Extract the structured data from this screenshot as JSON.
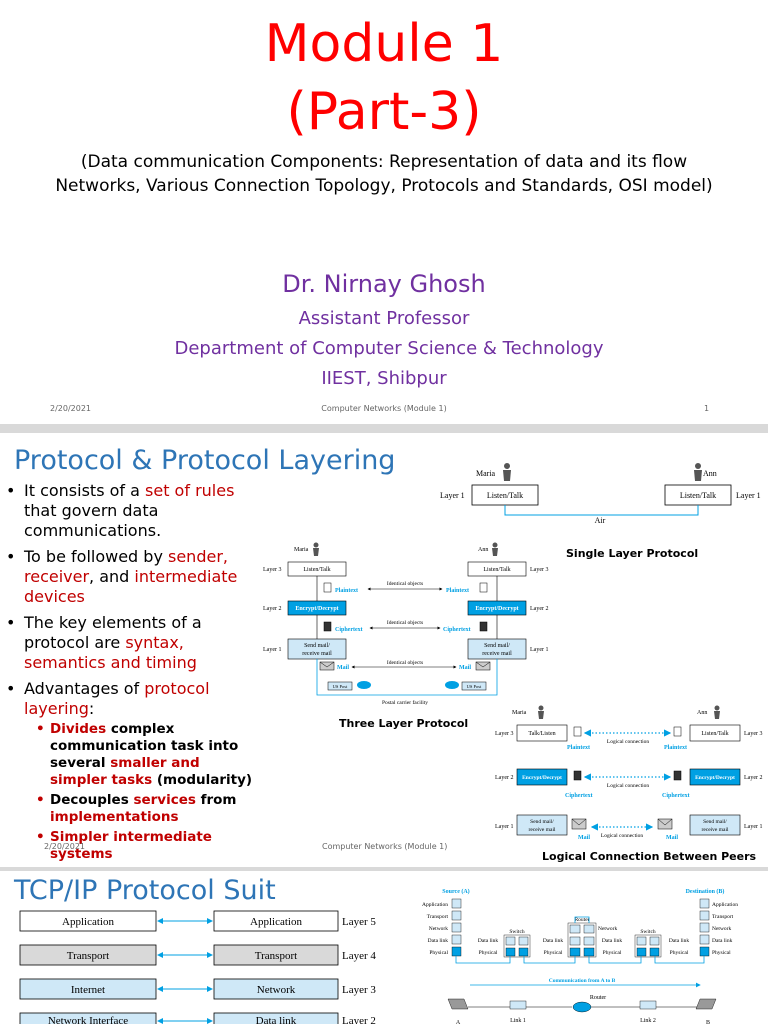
{
  "slide1": {
    "title_line1": "Module 1",
    "title_line2": "(Part-3)",
    "subtitle_line1": "(Data communication Components: Representation of data and its flow",
    "subtitle_line2": "Networks, Various Connection Topology, Protocols and Standards, OSI model)",
    "author": "Dr. Nirnay Ghosh",
    "role": "Assistant Professor",
    "department": "Department of Computer Science & Technology",
    "institute": "IIEST, Shibpur",
    "footer_date": "2/20/2021",
    "footer_center": "Computer Networks (Module 1)",
    "footer_page": "1"
  },
  "slide2": {
    "title": "Protocol & Protocol Layering",
    "b1_pre": "It consists of a ",
    "b1_red": "set of rules",
    "b1_post": "that govern data communications.",
    "b2_pre": "To be followed by ",
    "b2_red1": "sender,",
    "b2_red2": "receiver",
    "b2_mid": ", and ",
    "b2_red3": "intermediate devices",
    "b3_pre": "The key elements of a protocol are ",
    "b3_red": "syntax, semantics and timing",
    "b4_pre": "Advantages of ",
    "b4_red": "protocol layering",
    "b4_post": ":",
    "s1_red1": "Divides",
    "s1_mid": " complex communication task into several ",
    "s1_red2": "smaller and simpler tasks",
    "s1_post": " (modularity)",
    "s2_pre": "Decouples ",
    "s2_red1": "services",
    "s2_mid": " from ",
    "s2_red2": "implementations",
    "s3_red": "Simpler intermediate systems",
    "footer_date": "2/20/2021",
    "footer_center": "Computer Networks (Module 1)",
    "single_caption": "Single Layer Protocol",
    "three_caption": "Three Layer Protocol",
    "logical_caption": "Logical Connection Between Peers",
    "maria": "Maria",
    "ann": "Ann",
    "layer1": "Layer 1",
    "layer2": "Layer 2",
    "layer3": "Layer 3",
    "listen_talk": "Listen/Talk",
    "talk_listen": "Talk/Listen",
    "air": "Air",
    "encrypt_decrypt": "Encrypt/Decrypt",
    "send_mail1": "Send mail/",
    "send_mail2": "receive mail",
    "plaintext": "Plaintext",
    "ciphertext": "Ciphertext",
    "mail": "Mail",
    "identical_objects": "Identical objects",
    "logical_connection": "Logical connection",
    "us_post": "US Post",
    "postal_facility": "Postal carrier facility"
  },
  "slide3": {
    "title": "TCP/IP Protocol Suit",
    "left_layers": [
      "Application",
      "Transport",
      "Internet",
      "Network Interface"
    ],
    "right_layers": [
      "Application",
      "Transport",
      "Network",
      "Data link"
    ],
    "layer_labels": [
      "Layer 5",
      "Layer 4",
      "Layer 3",
      "Layer 2"
    ],
    "source": "Source (A)",
    "destination": "Destination (B)",
    "host_layers": [
      "Application",
      "Transport",
      "Network",
      "Data link",
      "Physical"
    ],
    "switch": "Switch",
    "router": "Router",
    "network": "Network",
    "data_link": "Data link",
    "physical": "Physical",
    "comm_label": "Communication from A to B",
    "link1": "Link 1",
    "link2": "Link 2",
    "a": "A",
    "b": "B"
  },
  "colors": {
    "title_red": "#ff0000",
    "purple": "#7030a0",
    "blue_title": "#2e75b6",
    "bullet_red": "#c00000",
    "diagram_blue": "#00a0e3",
    "light_blue": "#cfe8f7"
  }
}
